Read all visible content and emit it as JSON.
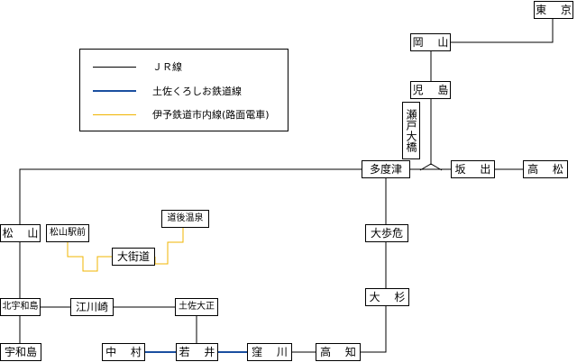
{
  "colors": {
    "jr": "#000000",
    "tosa_kuroshio": "#1a4fa0",
    "iyo": "#f0b400"
  },
  "legend": {
    "jr_label": "ＪＲ線",
    "tosa_label": "土佐くろしお鉄道線",
    "iyo_label": "伊予鉄道市内線(路面電車)"
  },
  "stations": {
    "tokyo": "東 京",
    "okayama": "岡 山",
    "kojima": "児 島",
    "seto_ohashi": "瀬戸大橋",
    "tadotsu": "多度津",
    "sakaide": "坂 出",
    "takamatsu": "高 松",
    "matsuyama": "松 山",
    "matsuyama_ekimae": "松山駅前",
    "okaido": "大街道",
    "dogo_onsen": "道後温泉",
    "oboke": "大歩危",
    "osugi": "大 杉",
    "kita_uwajima": "北宇和島",
    "ekawasaki": "江川崎",
    "tosa_taisho": "土佐大正",
    "uwajima": "宇和島",
    "nakamura": "中 村",
    "wakai": "若 井",
    "kubokawa": "窪 川",
    "kochi": "高 知"
  }
}
